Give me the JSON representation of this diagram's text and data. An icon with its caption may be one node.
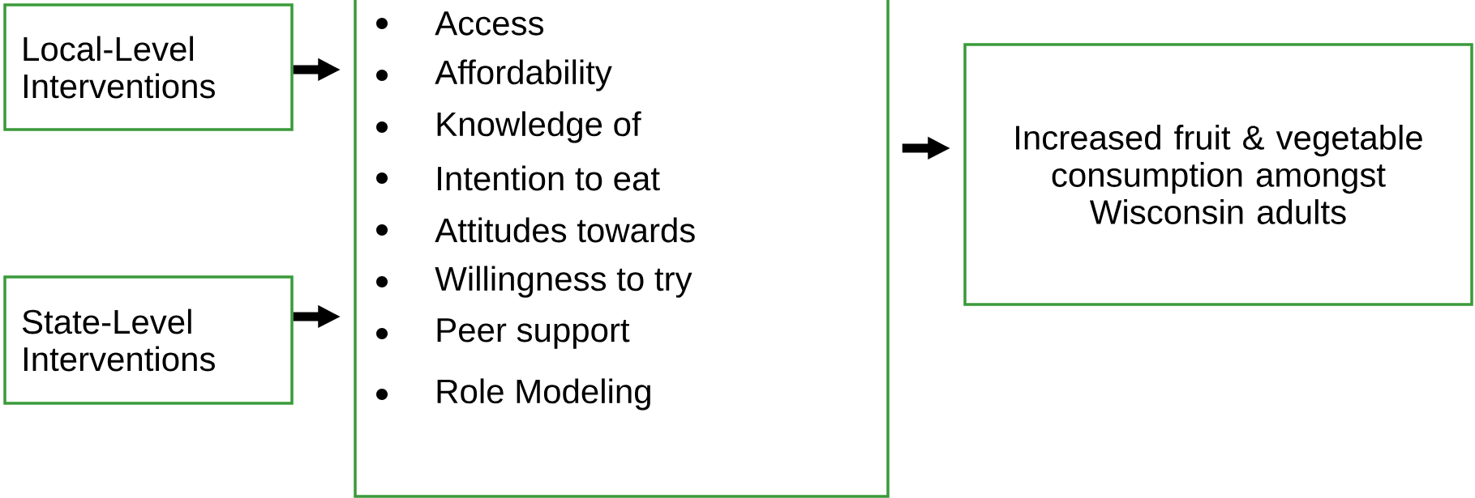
{
  "diagram": {
    "nodes": [
      {
        "text": [
          "Local-Level Interventions"
        ]
      },
      {
        "text": [
          "State-Level Interventions"
        ]
      },
      {
        "text": [
          "Access",
          "Affordability",
          "Knowledge of",
          "Intention to eat",
          "Attitudes towards",
          "Willingness to try",
          "Peer support",
          "Role Modeling"
        ]
      },
      {
        "text": [
          "Increased fruit & vegetable consumption amongst Wisconsin adults"
        ]
      }
    ],
    "edges": [
      {
        "from": 0,
        "to": 2,
        "arrow": "to"
      },
      {
        "from": 1,
        "to": 2,
        "arrow": "to"
      },
      {
        "from": 2,
        "to": 3,
        "arrow": "to"
      }
    ]
  }
}
